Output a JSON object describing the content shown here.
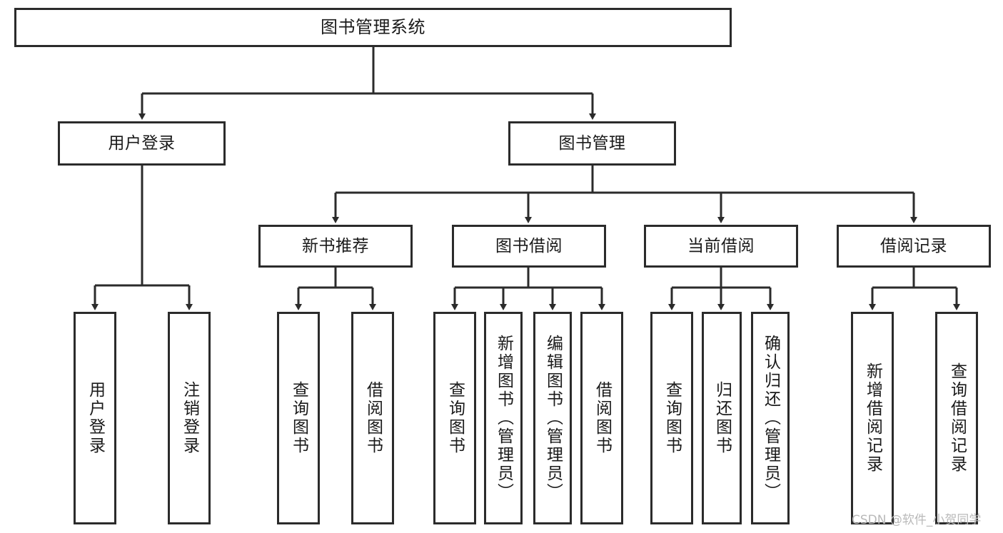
{
  "diagram": {
    "title": "图书管理系统",
    "type": "tree-hierarchy-diagram",
    "colors": {
      "box_border": "#2b2b2b",
      "box_fill": "#ffffff",
      "connector": "#2b2b2b",
      "text": "#1a1a1a",
      "watermark": "#b9b9b9",
      "background": "#ffffff"
    },
    "nodes": {
      "root": {
        "label": "图书管理系统"
      },
      "level2": [
        {
          "label": "用户登录"
        },
        {
          "label": "图书管理"
        }
      ],
      "level3": [
        {
          "label": "新书推荐"
        },
        {
          "label": "图书借阅"
        },
        {
          "label": "当前借阅"
        },
        {
          "label": "借阅记录"
        }
      ],
      "leaves": {
        "user_login": [
          {
            "label": "用户登录"
          },
          {
            "label": "注销登录"
          }
        ],
        "new_book_recommend": [
          {
            "label": "查询图书"
          },
          {
            "label": "借阅图书"
          }
        ],
        "book_borrow": [
          {
            "label": "查询图书"
          },
          {
            "label": "新增图书（管理员）"
          },
          {
            "label": "编辑图书（管理员）"
          },
          {
            "label": "借阅图书"
          }
        ],
        "current_borrow": [
          {
            "label": "查询图书"
          },
          {
            "label": "归还图书"
          },
          {
            "label": "确认归还（管理员）"
          }
        ],
        "borrow_record": [
          {
            "label": "新增借阅记录"
          },
          {
            "label": "查询借阅记录"
          }
        ]
      }
    },
    "watermark": "CSDN @软件_小贺同学"
  }
}
